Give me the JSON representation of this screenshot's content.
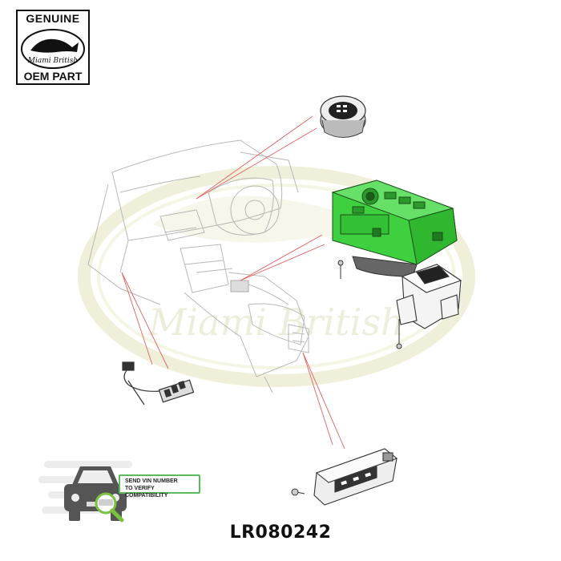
{
  "badge": {
    "top_text": "GENUINE",
    "bottom_text": "OEM PART",
    "logo_script": "Miami British"
  },
  "watermark": {
    "text": "Miami British"
  },
  "vin_callout": {
    "line1": "SEND VIN NUMBER",
    "line2": "TO VERIFY COMPATIBILITY"
  },
  "part_number": "LR080242",
  "colors": {
    "highlight_part": "#3fd03f",
    "leader_lines": "#e06060",
    "watermark_oval": "#f3f3dc",
    "callout_border": "#5cb85c"
  },
  "icons": [
    "fish-logo-icon",
    "car-icon",
    "magnifier-icon"
  ]
}
